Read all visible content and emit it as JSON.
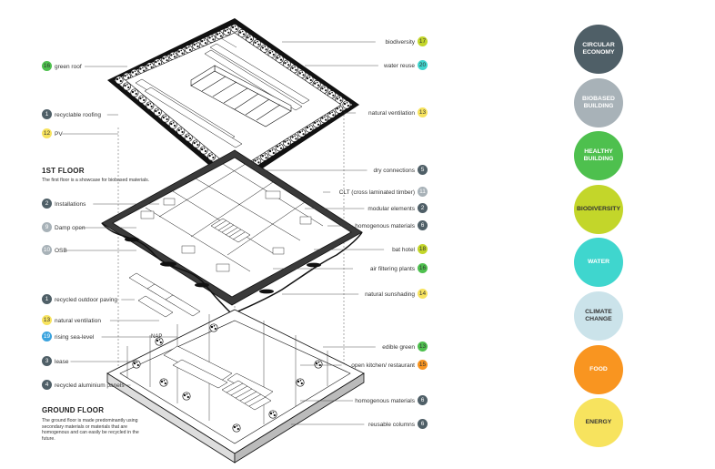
{
  "colors": {
    "circular": "#4f5f67",
    "biobased": "#a8b2b8",
    "healthy": "#4ec04e",
    "biodiversity": "#c3d62a",
    "water": "#3fd6ce",
    "climate": "#cbe3ea",
    "food": "#f99520",
    "energy": "#f7e35e",
    "blue": "#3aa3de"
  },
  "icons": [
    "tree-icon",
    "roof-glass-icon",
    "stair-icon"
  ],
  "floors": {
    "first": {
      "title": "1ST FLOOR",
      "description": "The first floor is a showcase for biobased materials."
    },
    "ground": {
      "title": "GROUND FLOOR",
      "description": "The ground floor is made predominantly using secondary materials or materials that are homogenous and can easily be recycled in the future."
    }
  },
  "nap_label": "NAP",
  "left_labels": [
    {
      "num": "16",
      "text": "green roof",
      "color": "#4ec04e"
    },
    {
      "num": "1",
      "text": "recyclable roofing",
      "color": "#4f5f67"
    },
    {
      "num": "12",
      "text": "PV",
      "color": "#f7e35e"
    },
    {
      "num": "2",
      "text": "Installations",
      "color": "#4f5f67"
    },
    {
      "num": "9",
      "text": "Damp open",
      "color": "#a8b2b8"
    },
    {
      "num": "10",
      "text": "OSB",
      "color": "#a8b2b8"
    },
    {
      "num": "1",
      "text": "recycled outdoor paving",
      "color": "#4f5f67"
    },
    {
      "num": "13",
      "text": "natural ventilation",
      "color": "#f7e35e"
    },
    {
      "num": "19",
      "text": "rising sea-level",
      "color": "#3aa3de"
    },
    {
      "num": "3",
      "text": "lease",
      "color": "#4f5f67"
    },
    {
      "num": "4",
      "text": "recycled aluminium panels",
      "color": "#4f5f67"
    }
  ],
  "right_labels": [
    {
      "num": "17",
      "text": "biodiversity",
      "color": "#c3d62a"
    },
    {
      "num": "20",
      "text": "water reuse",
      "color": "#3fd6ce"
    },
    {
      "num": "13",
      "text": "natural ventilation",
      "color": "#f7e35e"
    },
    {
      "num": "5",
      "text": "dry connections",
      "color": "#4f5f67"
    },
    {
      "num": "11",
      "text": "CLT (cross laminated timber)",
      "color": "#a8b2b8"
    },
    {
      "num": "2",
      "text": "modular elements",
      "color": "#4f5f67"
    },
    {
      "num": "6",
      "text": "homogenous materials",
      "color": "#4f5f67"
    },
    {
      "num": "18",
      "text": "bat hotel",
      "color": "#c3d62a"
    },
    {
      "num": "16",
      "text": "air filtering plants",
      "color": "#4ec04e"
    },
    {
      "num": "14",
      "text": "natural sunshading",
      "color": "#f7e35e"
    },
    {
      "num": "13",
      "text": "edible green",
      "color": "#4ec04e"
    },
    {
      "num": "15",
      "text": "open kitchen/ restaurant",
      "color": "#f99520"
    },
    {
      "num": "6",
      "text": "homogenous materials",
      "color": "#4f5f67"
    },
    {
      "num": "6",
      "text": "reusable columns",
      "color": "#4f5f67"
    }
  ],
  "categories": [
    {
      "name": "CIRCULAR ECONOMY",
      "color": "#4f5f67",
      "text_color": "#ffffff"
    },
    {
      "name": "BIOBASED BUILDING",
      "color": "#a8b2b8",
      "text_color": "#ffffff"
    },
    {
      "name": "HEALTHY BUILDING",
      "color": "#4ec04e",
      "text_color": "#ffffff"
    },
    {
      "name": "BIODIVERSITY",
      "color": "#c3d62a",
      "text_color": "#333333"
    },
    {
      "name": "WATER",
      "color": "#3fd6ce",
      "text_color": "#ffffff"
    },
    {
      "name": "CLIMATE CHANGE",
      "color": "#cbe3ea",
      "text_color": "#333333"
    },
    {
      "name": "FOOD",
      "color": "#f99520",
      "text_color": "#ffffff"
    },
    {
      "name": "ENERGY",
      "color": "#f7e35e",
      "text_color": "#333333"
    }
  ]
}
